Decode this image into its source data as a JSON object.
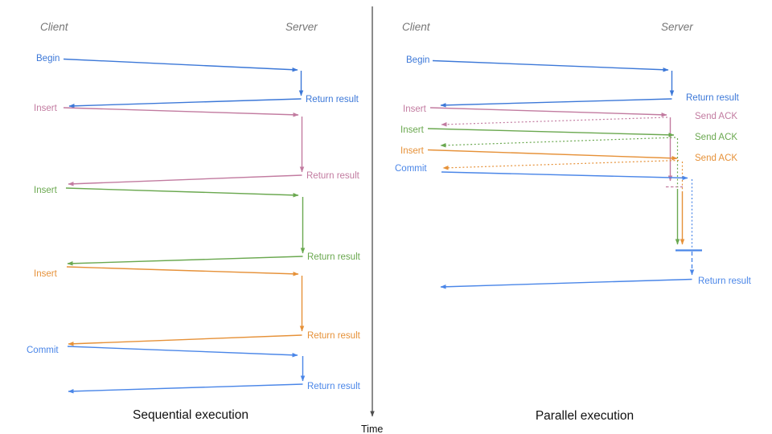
{
  "colors": {
    "blue": "#3c78d8",
    "blue2": "#4a86e8",
    "pink": "#c27ba0",
    "green": "#6aa84f",
    "orange": "#e69138",
    "axis": "#4d4d4d",
    "header": "#757575",
    "caption": "#111111"
  },
  "headers": {
    "left_client": "Client",
    "left_server": "Server",
    "right_client": "Client",
    "right_server": "Server"
  },
  "time_axis": {
    "label": "Time"
  },
  "left_panel": {
    "caption": "Sequential execution",
    "rows": [
      {
        "op": "Begin",
        "color": "blue",
        "return_label": "Return result"
      },
      {
        "op": "Insert",
        "color": "pink",
        "return_label": "Return result"
      },
      {
        "op": "Insert",
        "color": "green",
        "return_label": "Return result"
      },
      {
        "op": "Insert",
        "color": "orange",
        "return_label": "Return result"
      },
      {
        "op": "Commit",
        "color": "blue2",
        "return_label": "Return result"
      }
    ]
  },
  "right_panel": {
    "caption": "Parallel execution",
    "rows": [
      {
        "op": "Begin",
        "color": "blue",
        "response_label": "Return result"
      },
      {
        "op": "Insert",
        "color": "pink",
        "response_label": "Send ACK"
      },
      {
        "op": "Insert",
        "color": "green",
        "response_label": "Send ACK"
      },
      {
        "op": "Insert",
        "color": "orange",
        "response_label": "Send ACK"
      },
      {
        "op": "Commit",
        "color": "blue2",
        "response_label": "Return result"
      }
    ]
  }
}
